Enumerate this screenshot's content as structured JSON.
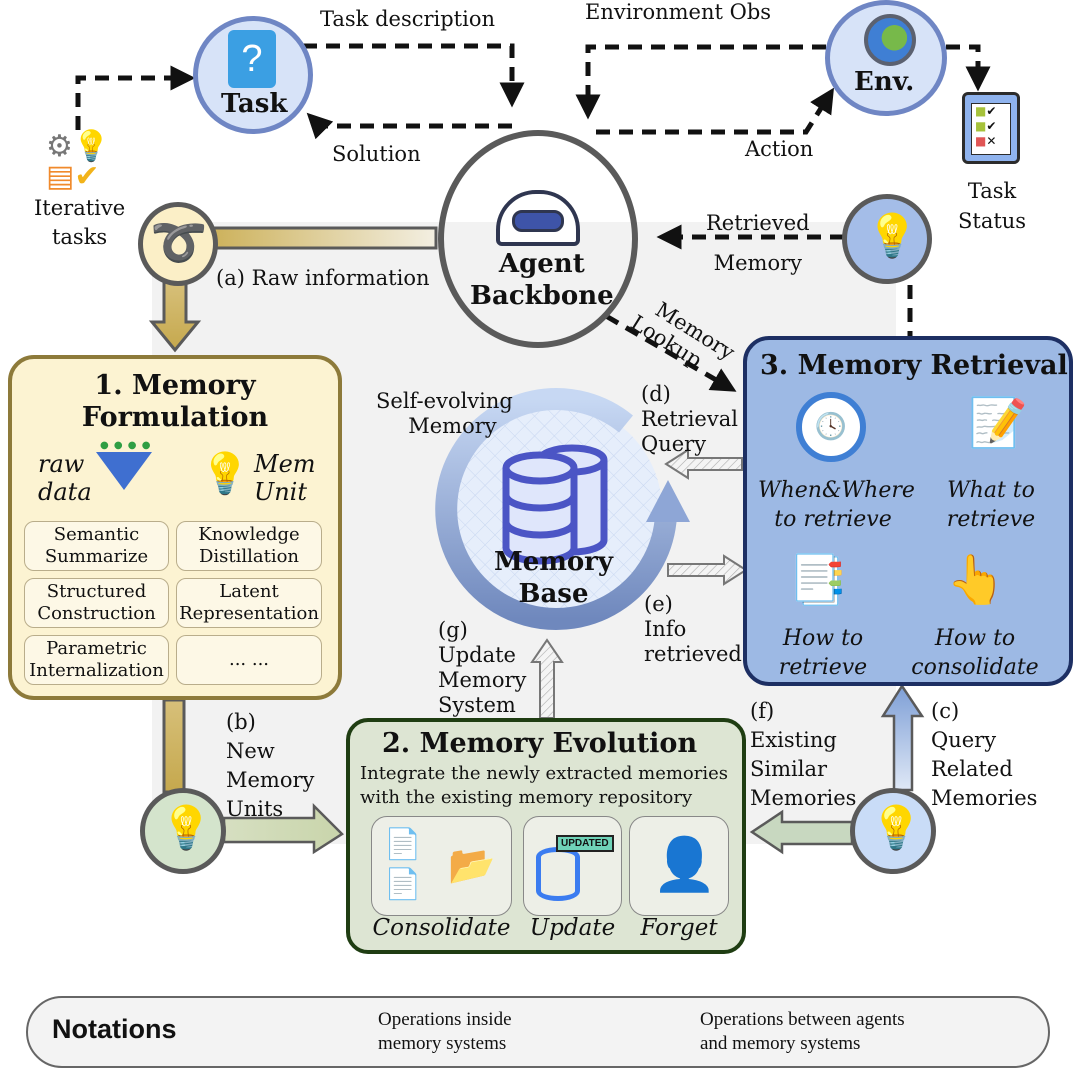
{
  "nodes": {
    "task": "Task",
    "env": "Env.",
    "agent_line1": "Agent",
    "agent_line2": "Backbone",
    "memory_base_line1": "Memory",
    "memory_base_line2": "Base",
    "self_evolving_line1": "Self-evolving",
    "self_evolving_line2": "Memory",
    "iterative_line1": "Iterative",
    "iterative_line2": "tasks",
    "task_status_line1": "Task",
    "task_status_line2": "Status"
  },
  "edges": {
    "task_description": "Task description",
    "solution": "Solution",
    "environment_obs": "Environment Obs",
    "action": "Action",
    "raw_information": "(a) Raw information",
    "retrieved_memory_line1": "Retrieved",
    "retrieved_memory_line2": "Memory",
    "memory_lookup_line1": "Memory",
    "memory_lookup_line2": "Lookup",
    "b": [
      "(b)",
      "New",
      "Memory",
      "Units"
    ],
    "c": [
      "(c)",
      "Query",
      "Related",
      "Memories"
    ],
    "d": [
      "(d)",
      "Retrieval",
      "Query"
    ],
    "e": [
      "(e)",
      "Info",
      "retrieved"
    ],
    "f": [
      "(f)",
      "Existing",
      "Similar",
      "Memories"
    ],
    "g": [
      "(g)",
      "Update",
      "Memory",
      "System"
    ]
  },
  "formulation": {
    "title_line1": "1. Memory",
    "title_line2": "Formulation",
    "raw_line1": "raw",
    "raw_line2": "data",
    "mem_line1": "Mem",
    "mem_line2": "Unit",
    "methods": [
      [
        "Semantic",
        "Summarize"
      ],
      [
        "Knowledge",
        "Distillation"
      ],
      [
        "Structured",
        "Construction"
      ],
      [
        "Latent",
        "Representation"
      ],
      [
        "Parametric",
        "Internalization"
      ],
      [
        "... ...",
        ""
      ]
    ]
  },
  "evolution": {
    "title": "2. Memory Evolution",
    "desc_line1": "Integrate the newly extracted memories",
    "desc_line2": "with the existing memory repository",
    "ops": [
      "Consolidate",
      "Update",
      "Forget"
    ],
    "updated_badge": "UPDATED"
  },
  "retrieval": {
    "title": "3. Memory Retrieval",
    "items": [
      [
        "When&Where",
        "to retrieve"
      ],
      [
        "What to",
        "retrieve"
      ],
      [
        "How to",
        "retrieve"
      ],
      [
        "How to",
        "consolidate"
      ]
    ]
  },
  "legend": {
    "title": "Notations",
    "inside_line1": "Operations inside",
    "inside_line2": "memory systems",
    "between_line1": "Operations between agents",
    "between_line2": "and memory systems"
  },
  "colors": {
    "formulation_fill": "#fcf3d2",
    "formulation_border": "#8d7a3a",
    "retrieval_fill": "#9db9e4",
    "retrieval_border": "#1d2f63",
    "evolution_fill": "#dde5d3",
    "evolution_border": "#1f3d12",
    "bulb_blue": "#3f51f5"
  }
}
